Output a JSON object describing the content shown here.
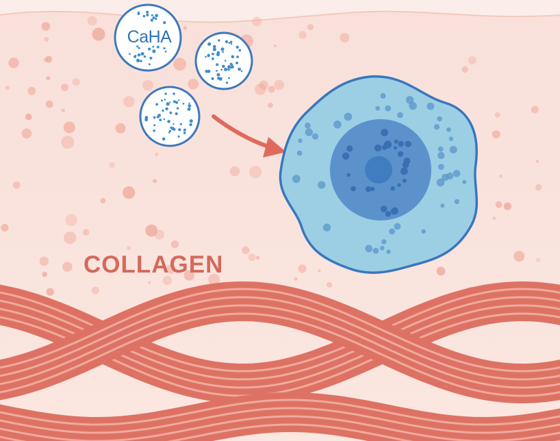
{
  "labels": {
    "particle": "CaHA",
    "fibers": "COLLAGEN"
  },
  "colors": {
    "background": "#f9e3dd",
    "dots": "#f0a99c",
    "particle_fill": "#ffffff",
    "particle_outline": "#3d78bd",
    "particle_dots": "#3f8dc9",
    "cell_fill": "#9ccfe4",
    "cell_outline": "#3a76bd",
    "nucleus": "#5b92cc",
    "nucleolus": "#3f7cc0",
    "arrow": "#df6a5c",
    "collagen": "#dd7264",
    "collagen_light": "#f3b4a8",
    "text_caha": "#2f74b8",
    "text_collagen": "#d36a5c"
  },
  "icons": {
    "particles": "caha-microsphere",
    "cell": "fibroblast-cell",
    "arrow": "curved-arrow"
  }
}
